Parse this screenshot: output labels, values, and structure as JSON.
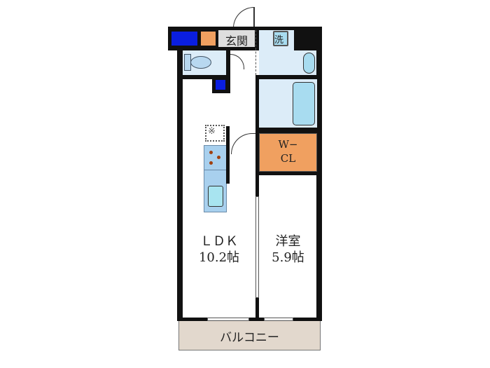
{
  "rooms": {
    "entrance": "玄関",
    "washer": "洗",
    "walk_in_closet": "W−\nCL",
    "ldk_name": "ＬＤＫ",
    "ldk_size": "10.2帖",
    "western_room_name": "洋室",
    "western_room_size": "5.9帖",
    "balcony": "バルコニー",
    "range_hood": "※"
  },
  "colors": {
    "wall": "#111111",
    "storage_blue": "#0a1ee0",
    "closet_orange": "#f0a060",
    "wet_area": "#dcecf8",
    "fixture": "#a8dcf0",
    "balcony": "#e2d8cd"
  }
}
